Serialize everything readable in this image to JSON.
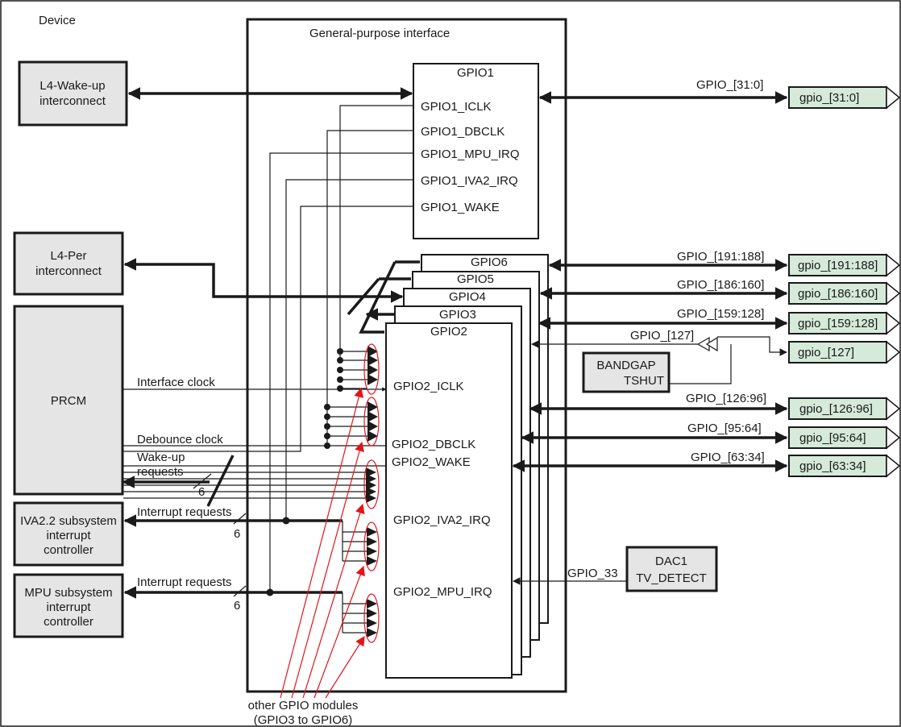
{
  "frame": {
    "title": "Device"
  },
  "gp": {
    "title": "General-purpose interface"
  },
  "gpio1": {
    "title": "GPIO1",
    "signals": [
      "GPIO1_ICLK",
      "GPIO1_DBCLK",
      "GPIO1_MPU_IRQ",
      "GPIO1_IVA2_IRQ",
      "GPIO1_WAKE"
    ]
  },
  "stack": {
    "gpio6": "GPIO6",
    "gpio5": "GPIO5",
    "gpio4": "GPIO4",
    "gpio3": "GPIO3"
  },
  "gpio2": {
    "title": "GPIO2",
    "signals": [
      "GPIO2_ICLK",
      "GPIO2_DBCLK",
      "GPIO2_WAKE",
      "GPIO2_IVA2_IRQ",
      "GPIO2_MPU_IRQ"
    ]
  },
  "left": {
    "l4wakeup": [
      "L4-Wake-up",
      "interconnect"
    ],
    "l4per": [
      "L4-Per",
      "interconnect"
    ],
    "prcm": "PRCM",
    "iva": [
      "IVA2.2 subsystem",
      "interrupt",
      "controller"
    ],
    "mpu": [
      "MPU subsystem",
      "interrupt",
      "controller"
    ]
  },
  "signals": {
    "interface_clock": "Interface clock",
    "debounce_clock": "Debounce clock",
    "wakeup": [
      "Wake-up",
      "requests"
    ],
    "irq_iva": "Interrupt requests",
    "irq_mpu": "Interrupt requests",
    "bus_width": "6"
  },
  "buses": [
    "GPIO_[31:0]",
    "GPIO_[191:188]",
    "GPIO_[186:160]",
    "GPIO_[159:128]",
    "GPIO_[127]",
    "GPIO_[126:96]",
    "GPIO_[95:64]",
    "GPIO_[63:34]",
    "GPIO_33"
  ],
  "pins": [
    "gpio_[31:0]",
    "gpio_[191:188]",
    "gpio_[186:160]",
    "gpio_[159:128]",
    "gpio_[127]",
    "gpio_[126:96]",
    "gpio_[95:64]",
    "gpio_[63:34]"
  ],
  "bandgap": [
    "BANDGAP",
    "TSHUT"
  ],
  "dac": [
    "DAC1",
    "TV_DETECT"
  ],
  "footnote": [
    "other GPIO modules",
    "(GPIO3 to GPIO6)"
  ],
  "colors": {
    "pin_fill": "#d5ead9",
    "block_fill": "#e5e5e5",
    "annotation": "#e3141b"
  }
}
